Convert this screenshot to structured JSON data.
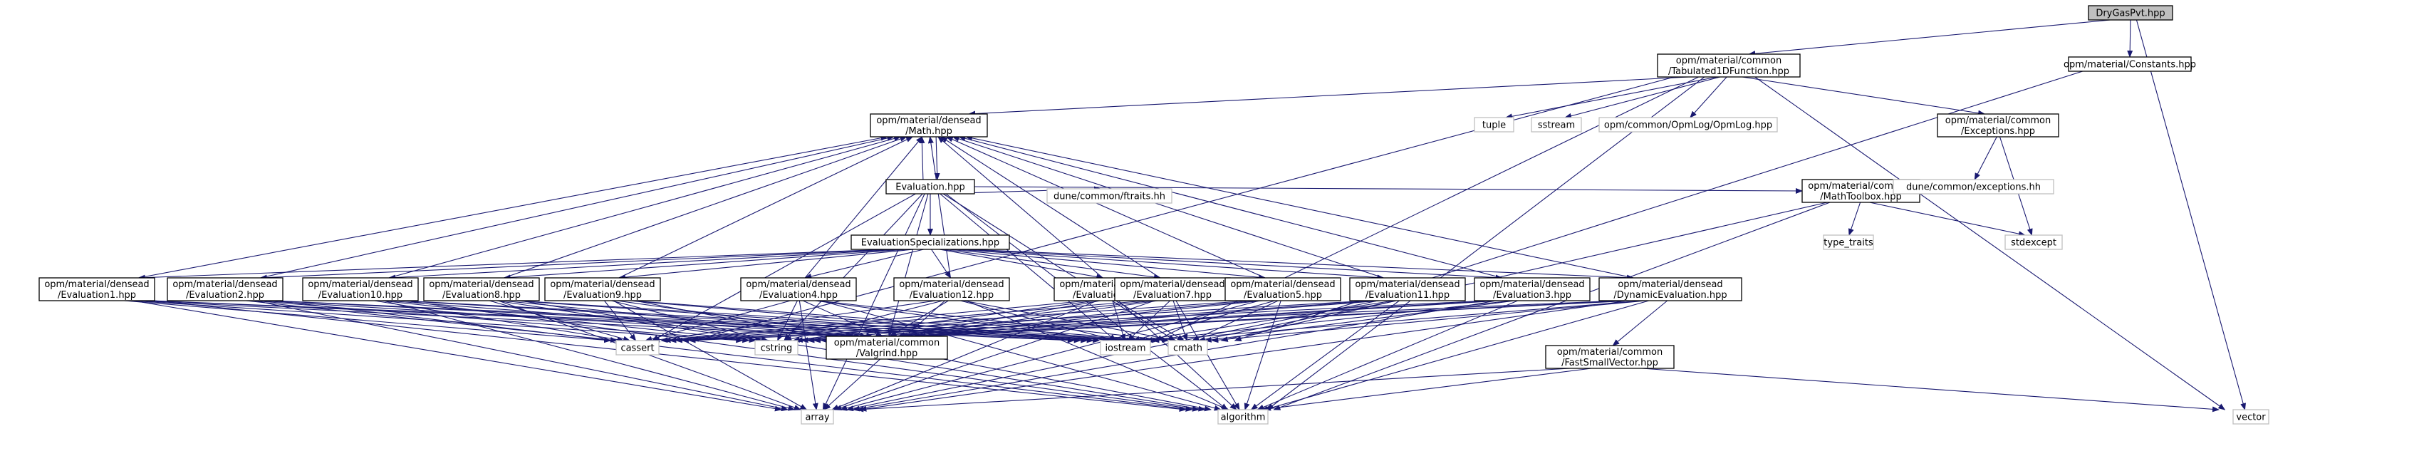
{
  "graph": {
    "nodes": [
      {
        "id": "root",
        "lines": [
          "DryGasPvt.hpp"
        ],
        "kind": "root"
      },
      {
        "id": "tab1d",
        "lines": [
          "opm/material/common",
          "/Tabulated1DFunction.hpp"
        ],
        "kind": "internal"
      },
      {
        "id": "constants",
        "lines": [
          "opm/material/Constants.hpp"
        ],
        "kind": "internal"
      },
      {
        "id": "math",
        "lines": [
          "opm/material/densead",
          "/Math.hpp"
        ],
        "kind": "internal"
      },
      {
        "id": "tuple",
        "lines": [
          "tuple"
        ],
        "kind": "external"
      },
      {
        "id": "sstream",
        "lines": [
          "sstream"
        ],
        "kind": "external"
      },
      {
        "id": "opmlog",
        "lines": [
          "opm/common/OpmLog/OpmLog.hpp"
        ],
        "kind": "external"
      },
      {
        "id": "exceptions",
        "lines": [
          "opm/material/common",
          "/Exceptions.hpp"
        ],
        "kind": "internal"
      },
      {
        "id": "evaluation",
        "lines": [
          "Evaluation.hpp"
        ],
        "kind": "internal"
      },
      {
        "id": "mathtoolbox",
        "lines": [
          "opm/material/common",
          "/MathToolbox.hpp"
        ],
        "kind": "internal"
      },
      {
        "id": "duneexc",
        "lines": [
          "dune/common/exceptions.hh"
        ],
        "kind": "external"
      },
      {
        "id": "ftraits",
        "lines": [
          "dune/common/ftraits.hh"
        ],
        "kind": "external"
      },
      {
        "id": "evalspec",
        "lines": [
          "EvaluationSpecializations.hpp"
        ],
        "kind": "internal"
      },
      {
        "id": "typetraits",
        "lines": [
          "type_traits"
        ],
        "kind": "external"
      },
      {
        "id": "stdexcept",
        "lines": [
          "stdexcept"
        ],
        "kind": "external"
      },
      {
        "id": "eval1",
        "lines": [
          "opm/material/densead",
          "/Evaluation1.hpp"
        ],
        "kind": "internal"
      },
      {
        "id": "eval2",
        "lines": [
          "opm/material/densead",
          "/Evaluation2.hpp"
        ],
        "kind": "internal"
      },
      {
        "id": "eval10",
        "lines": [
          "opm/material/densead",
          "/Evaluation10.hpp"
        ],
        "kind": "internal"
      },
      {
        "id": "eval8",
        "lines": [
          "opm/material/densead",
          "/Evaluation8.hpp"
        ],
        "kind": "internal"
      },
      {
        "id": "eval9",
        "lines": [
          "opm/material/densead",
          "/Evaluation9.hpp"
        ],
        "kind": "internal"
      },
      {
        "id": "eval4",
        "lines": [
          "opm/material/densead",
          "/Evaluation4.hpp"
        ],
        "kind": "internal"
      },
      {
        "id": "eval12",
        "lines": [
          "opm/material/densead",
          "/Evaluation12.hpp"
        ],
        "kind": "internal"
      },
      {
        "id": "eval6",
        "lines": [
          "opm/material/densead",
          "/Evaluation6.hpp"
        ],
        "kind": "internal"
      },
      {
        "id": "eval7",
        "lines": [
          "opm/material/densead",
          "/Evaluation7.hpp"
        ],
        "kind": "internal"
      },
      {
        "id": "eval5",
        "lines": [
          "opm/material/densead",
          "/Evaluation5.hpp"
        ],
        "kind": "internal"
      },
      {
        "id": "eval11",
        "lines": [
          "opm/material/densead",
          "/Evaluation11.hpp"
        ],
        "kind": "internal"
      },
      {
        "id": "eval3",
        "lines": [
          "opm/material/densead",
          "/Evaluation3.hpp"
        ],
        "kind": "internal"
      },
      {
        "id": "dyneval",
        "lines": [
          "opm/material/densead",
          "/DynamicEvaluation.hpp"
        ],
        "kind": "internal"
      },
      {
        "id": "cassert",
        "lines": [
          "cassert"
        ],
        "kind": "external"
      },
      {
        "id": "cstring",
        "lines": [
          "cstring"
        ],
        "kind": "external"
      },
      {
        "id": "valgrind",
        "lines": [
          "opm/material/common",
          "/Valgrind.hpp"
        ],
        "kind": "internal"
      },
      {
        "id": "iostream",
        "lines": [
          "iostream"
        ],
        "kind": "external"
      },
      {
        "id": "cmath",
        "lines": [
          "cmath"
        ],
        "kind": "external"
      },
      {
        "id": "fsv",
        "lines": [
          "opm/material/common",
          "/FastSmallVector.hpp"
        ],
        "kind": "internal"
      },
      {
        "id": "array",
        "lines": [
          "array"
        ],
        "kind": "external"
      },
      {
        "id": "algorithm",
        "lines": [
          "algorithm"
        ],
        "kind": "external"
      },
      {
        "id": "vector",
        "lines": [
          "vector"
        ],
        "kind": "external"
      }
    ],
    "edges": [
      [
        "root",
        "tab1d"
      ],
      [
        "root",
        "constants"
      ],
      [
        "root",
        "vector"
      ],
      [
        "tab1d",
        "math"
      ],
      [
        "tab1d",
        "tuple"
      ],
      [
        "tab1d",
        "sstream"
      ],
      [
        "tab1d",
        "opmlog"
      ],
      [
        "tab1d",
        "exceptions"
      ],
      [
        "tab1d",
        "cassert"
      ],
      [
        "tab1d",
        "algorithm"
      ],
      [
        "tab1d",
        "vector"
      ],
      [
        "tab1d",
        "iostream"
      ],
      [
        "constants",
        "cmath"
      ],
      [
        "exceptions",
        "duneexc"
      ],
      [
        "exceptions",
        "stdexcept"
      ],
      [
        "math",
        "evaluation"
      ],
      [
        "evaluation",
        "math"
      ],
      [
        "evaluation",
        "mathtoolbox"
      ],
      [
        "evaluation",
        "ftraits"
      ],
      [
        "evaluation",
        "evalspec"
      ],
      [
        "evaluation",
        "cassert"
      ],
      [
        "evaluation",
        "cstring"
      ],
      [
        "evaluation",
        "array"
      ],
      [
        "evaluation",
        "iostream"
      ],
      [
        "evaluation",
        "cmath"
      ],
      [
        "evaluation",
        "algorithm"
      ],
      [
        "evaluation",
        "valgrind"
      ],
      [
        "mathtoolbox",
        "typetraits"
      ],
      [
        "mathtoolbox",
        "stdexcept"
      ],
      [
        "mathtoolbox",
        "cmath"
      ],
      [
        "mathtoolbox",
        "algorithm"
      ],
      [
        "evalspec",
        "eval1"
      ],
      [
        "evalspec",
        "eval2"
      ],
      [
        "evalspec",
        "eval3"
      ],
      [
        "evalspec",
        "eval4"
      ],
      [
        "evalspec",
        "eval5"
      ],
      [
        "evalspec",
        "eval6"
      ],
      [
        "evalspec",
        "eval7"
      ],
      [
        "evalspec",
        "eval8"
      ],
      [
        "evalspec",
        "eval9"
      ],
      [
        "evalspec",
        "eval10"
      ],
      [
        "evalspec",
        "eval11"
      ],
      [
        "evalspec",
        "eval12"
      ],
      [
        "evalspec",
        "dyneval"
      ],
      [
        "eval1",
        "math"
      ],
      [
        "eval1",
        "cassert"
      ],
      [
        "eval1",
        "valgrind"
      ],
      [
        "eval1",
        "array"
      ],
      [
        "eval1",
        "cstring"
      ],
      [
        "eval1",
        "iostream"
      ],
      [
        "eval1",
        "cmath"
      ],
      [
        "eval1",
        "algorithm"
      ],
      [
        "eval2",
        "math"
      ],
      [
        "eval2",
        "cassert"
      ],
      [
        "eval2",
        "valgrind"
      ],
      [
        "eval2",
        "array"
      ],
      [
        "eval2",
        "cstring"
      ],
      [
        "eval2",
        "iostream"
      ],
      [
        "eval2",
        "cmath"
      ],
      [
        "eval2",
        "algorithm"
      ],
      [
        "eval10",
        "math"
      ],
      [
        "eval10",
        "cassert"
      ],
      [
        "eval10",
        "valgrind"
      ],
      [
        "eval10",
        "array"
      ],
      [
        "eval10",
        "cstring"
      ],
      [
        "eval10",
        "iostream"
      ],
      [
        "eval10",
        "cmath"
      ],
      [
        "eval10",
        "algorithm"
      ],
      [
        "eval8",
        "math"
      ],
      [
        "eval8",
        "cassert"
      ],
      [
        "eval8",
        "valgrind"
      ],
      [
        "eval8",
        "array"
      ],
      [
        "eval8",
        "cstring"
      ],
      [
        "eval8",
        "iostream"
      ],
      [
        "eval8",
        "cmath"
      ],
      [
        "eval8",
        "algorithm"
      ],
      [
        "eval9",
        "math"
      ],
      [
        "eval9",
        "cassert"
      ],
      [
        "eval9",
        "valgrind"
      ],
      [
        "eval9",
        "array"
      ],
      [
        "eval9",
        "cstring"
      ],
      [
        "eval9",
        "iostream"
      ],
      [
        "eval9",
        "cmath"
      ],
      [
        "eval9",
        "algorithm"
      ],
      [
        "eval4",
        "math"
      ],
      [
        "eval4",
        "cassert"
      ],
      [
        "eval4",
        "valgrind"
      ],
      [
        "eval4",
        "array"
      ],
      [
        "eval4",
        "cstring"
      ],
      [
        "eval4",
        "iostream"
      ],
      [
        "eval4",
        "cmath"
      ],
      [
        "eval4",
        "algorithm"
      ],
      [
        "eval12",
        "math"
      ],
      [
        "eval12",
        "cassert"
      ],
      [
        "eval12",
        "valgrind"
      ],
      [
        "eval12",
        "array"
      ],
      [
        "eval12",
        "cstring"
      ],
      [
        "eval12",
        "iostream"
      ],
      [
        "eval12",
        "cmath"
      ],
      [
        "eval12",
        "algorithm"
      ],
      [
        "eval6",
        "math"
      ],
      [
        "eval6",
        "cassert"
      ],
      [
        "eval6",
        "valgrind"
      ],
      [
        "eval6",
        "array"
      ],
      [
        "eval6",
        "cstring"
      ],
      [
        "eval6",
        "iostream"
      ],
      [
        "eval6",
        "cmath"
      ],
      [
        "eval6",
        "algorithm"
      ],
      [
        "eval7",
        "math"
      ],
      [
        "eval7",
        "cassert"
      ],
      [
        "eval7",
        "valgrind"
      ],
      [
        "eval7",
        "array"
      ],
      [
        "eval7",
        "cstring"
      ],
      [
        "eval7",
        "iostream"
      ],
      [
        "eval7",
        "cmath"
      ],
      [
        "eval7",
        "algorithm"
      ],
      [
        "eval5",
        "math"
      ],
      [
        "eval5",
        "cassert"
      ],
      [
        "eval5",
        "valgrind"
      ],
      [
        "eval5",
        "array"
      ],
      [
        "eval5",
        "cstring"
      ],
      [
        "eval5",
        "iostream"
      ],
      [
        "eval5",
        "cmath"
      ],
      [
        "eval5",
        "algorithm"
      ],
      [
        "eval11",
        "math"
      ],
      [
        "eval11",
        "cassert"
      ],
      [
        "eval11",
        "valgrind"
      ],
      [
        "eval11",
        "array"
      ],
      [
        "eval11",
        "cstring"
      ],
      [
        "eval11",
        "iostream"
      ],
      [
        "eval11",
        "cmath"
      ],
      [
        "eval11",
        "algorithm"
      ],
      [
        "eval3",
        "math"
      ],
      [
        "eval3",
        "cassert"
      ],
      [
        "eval3",
        "valgrind"
      ],
      [
        "eval3",
        "array"
      ],
      [
        "eval3",
        "cstring"
      ],
      [
        "eval3",
        "iostream"
      ],
      [
        "eval3",
        "cmath"
      ],
      [
        "eval3",
        "algorithm"
      ],
      [
        "dyneval",
        "math"
      ],
      [
        "dyneval",
        "fsv"
      ],
      [
        "dyneval",
        "cassert"
      ],
      [
        "dyneval",
        "valgrind"
      ],
      [
        "dyneval",
        "array"
      ],
      [
        "dyneval",
        "cstring"
      ],
      [
        "dyneval",
        "iostream"
      ],
      [
        "dyneval",
        "cmath"
      ],
      [
        "dyneval",
        "algorithm"
      ],
      [
        "fsv",
        "array"
      ],
      [
        "fsv",
        "algorithm"
      ],
      [
        "fsv",
        "vector"
      ]
    ]
  }
}
